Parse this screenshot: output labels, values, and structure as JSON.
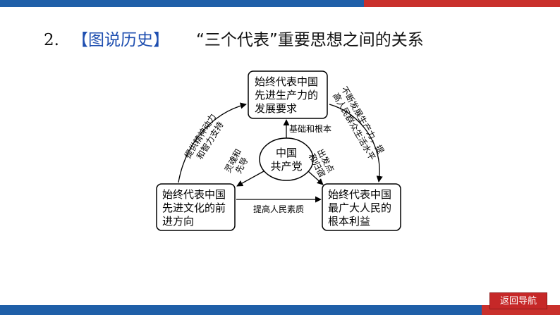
{
  "heading": {
    "number": "2.",
    "tag": "【图说历史】",
    "title": "“三个代表”重要思想之间的关系"
  },
  "diagram": {
    "center": {
      "lines": [
        "中国",
        "共产党"
      ]
    },
    "nodes": {
      "top": {
        "lines": [
          "始终代表中国",
          "先进生产力的",
          "发展要求"
        ]
      },
      "left": {
        "lines": [
          "始终代表中国",
          "先进文化的前",
          "进方向"
        ]
      },
      "right": {
        "lines": [
          "始终代表中国",
          "最广大人民的",
          "根本利益"
        ]
      }
    },
    "edges": {
      "center_to_top": "基础和根本",
      "center_to_left": [
        "灵魂和",
        "先导"
      ],
      "center_to_right": [
        "出发点",
        "和归宿"
      ],
      "left_to_top": [
        "提供精神动力",
        "和智力支持"
      ],
      "top_to_right": [
        "不断发展生产力，提",
        "高人民群众生活水平"
      ],
      "left_to_right": "提高人民素质"
    }
  },
  "nav": {
    "label": "返回导航"
  },
  "colors": {
    "bar_blue": "#1f5fa8",
    "bar_red": "#c9302c",
    "tag_blue": "#1f4fb0",
    "button_red": "#c62828"
  }
}
